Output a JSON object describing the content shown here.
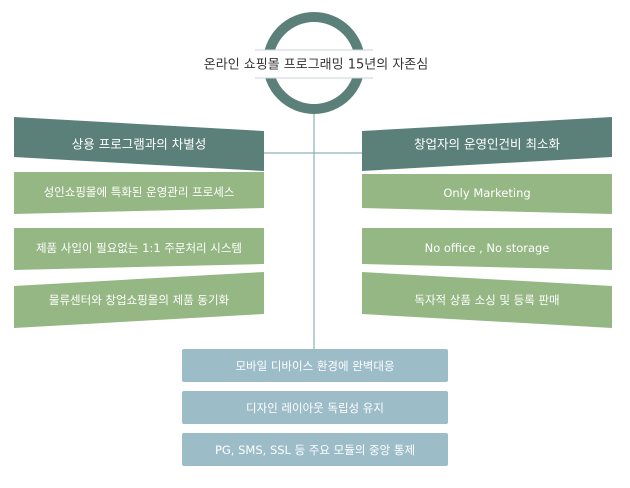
{
  "title": "온라인 쇼핑몰 프로그래밍 15년의 자존심",
  "left": {
    "header": "상용 프로그램과의 차별성",
    "items": [
      "성인쇼핑몰에 특화된 운영관리 프로세스",
      "제품 사입이 필요없는 1:1 주문처리 시스템",
      "물류센터와 창업쇼핑몰의 제품 동기화"
    ]
  },
  "right": {
    "header": "창업자의 운영인건비 최소화",
    "items": [
      "Only Marketing",
      "No office , No storage",
      "독자적 상품 소싱 및 등록 판매"
    ]
  },
  "bottom": {
    "items": [
      "모바일 디바이스 환경에 완벽대응",
      "디자인 레이아웃 독립성 유지",
      "PG, SMS, SSL 등 주요 모듈의 중앙 통제"
    ]
  },
  "colors": {
    "header": "#5b8079",
    "item": "#95b784",
    "bottom": "#9cbcc8",
    "ring": "#5b8079",
    "line": "#8fb0b6",
    "title_text": "#333333"
  }
}
